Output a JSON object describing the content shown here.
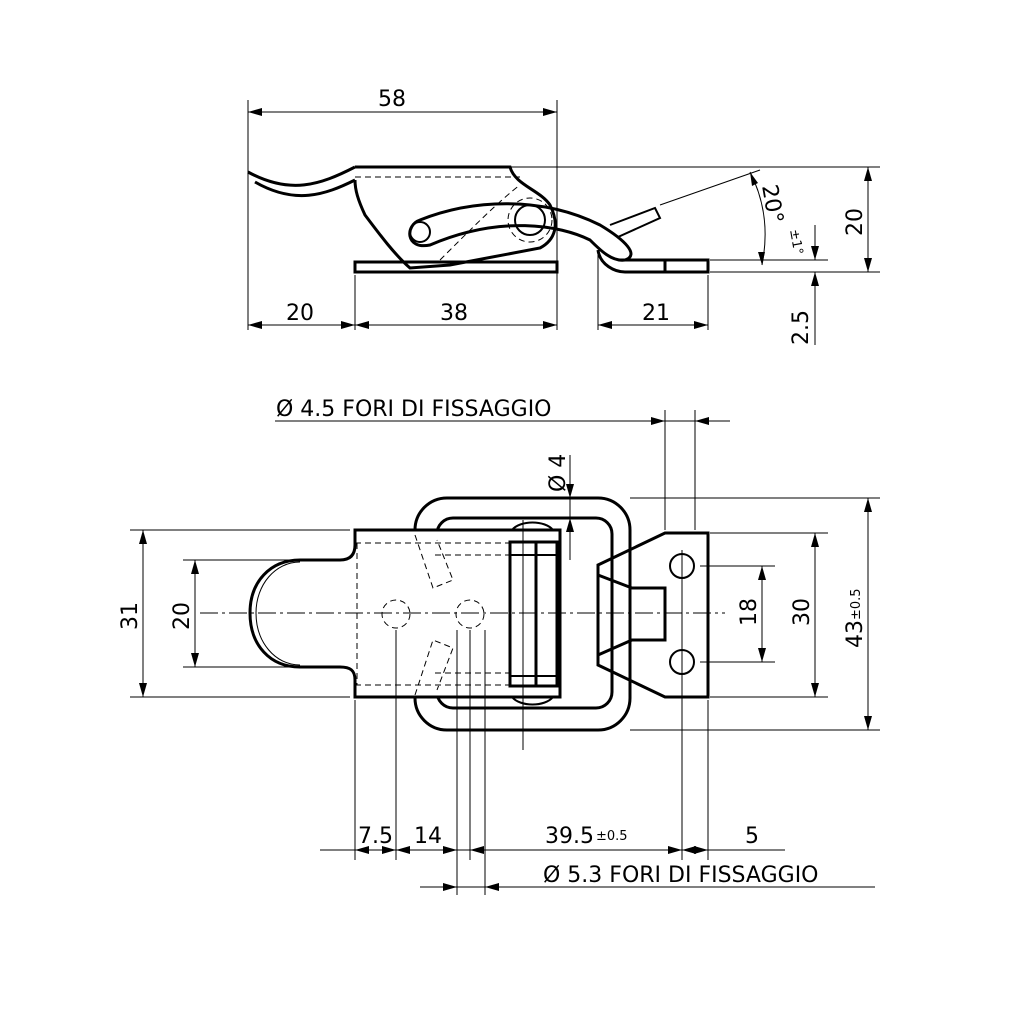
{
  "side_view": {
    "overall_length": "58",
    "handle_offset": "20",
    "base_length": "38",
    "hook_length": "21",
    "height": "20",
    "plate_thickness": "2.5",
    "angle": "20°",
    "angle_tolerance": "±1°"
  },
  "top_view": {
    "hole_note_top": "Ø 4.5  FORI DI FISSAGGIO",
    "pin_diameter": "Ø 4",
    "body_width": "31",
    "hump_width": "20",
    "hook_hole_spacing": "18",
    "hook_width": "30",
    "frame_width": "43",
    "frame_width_tol": "±0.5",
    "dim_a": "7.5",
    "dim_b": "14",
    "dim_c": "39.5",
    "dim_c_tol": "±0.5",
    "dim_d": "5",
    "hole_note_bottom": "Ø 5.3  FORI DI FISSAGGIO"
  }
}
